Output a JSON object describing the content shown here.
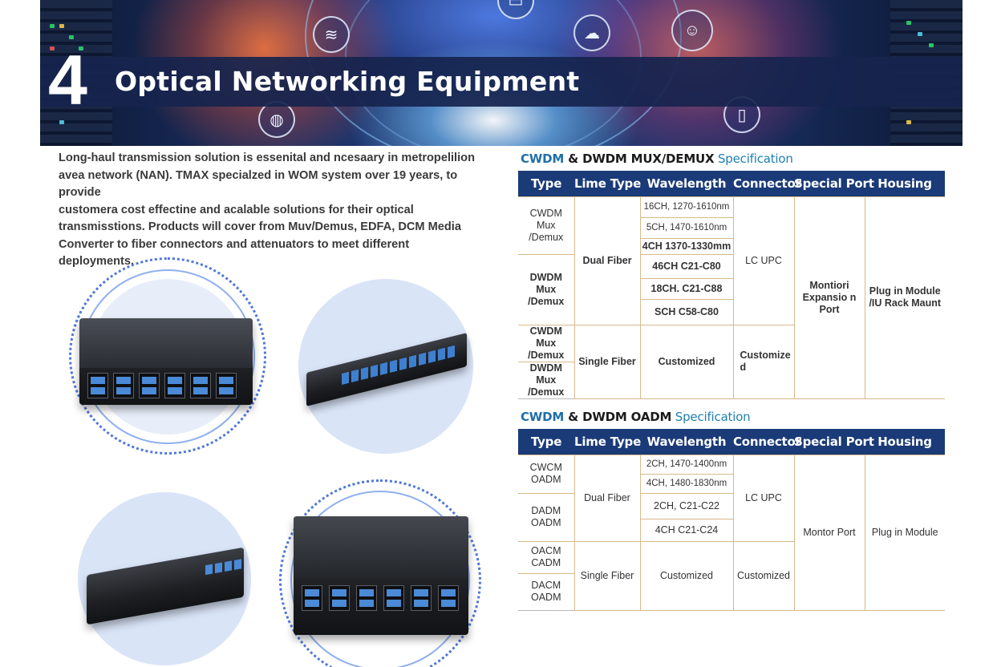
{
  "header": {
    "number": "4",
    "title": "Optical Networking Equipment"
  },
  "intro": {
    "lines": [
      "Long-haul transmission solution is essenital and ncesaary in metropelilion",
      "avea network (NAN). TMAX specialzed in WOM system over 19 years, to provide",
      "customera cost effectine and acalable solutions for their optical",
      "transmisstions. Products will cover from Muv/Demus,  EDFA, DCM Media",
      "Converter to fiber connectors and attenuators to meet different",
      "deployments."
    ]
  },
  "mux_table": {
    "title_a": "CWDM",
    "title_amp": " & ",
    "title_b": "DWDM MUX/DEMUX",
    "title_c": " Specification",
    "headers": [
      "Type",
      "Lime Type",
      "Wavelength",
      "Connector",
      "Special Port",
      "Housing"
    ],
    "types": {
      "cwdm_mux": "CWDM Mux /Demux",
      "dwdm_mux": "DWDM Mux /Demux",
      "cwdm_mux2": "CWDM Mux /Demux",
      "dwdm_mux2": "DWDM Mux /Demux"
    },
    "line_dual": "Dual Fiber",
    "line_single": "Single Fiber",
    "wavelengths": [
      "16CH, 1270-1610nm",
      "5CH, 1470-1610nm",
      "4CH 1370-1330mm",
      "46CH C21-C80",
      "18CH. C21-C88",
      "SCH C58-C80"
    ],
    "wave_custom": "Customized",
    "conn_lc": "LC UPC",
    "conn_custom": "Customize d",
    "special_port": "Montiori Expansio n Port",
    "housing": "Plug in Module /IU Rack Maunt"
  },
  "oadm_table": {
    "title_a": "CWDM",
    "title_amp": " & ",
    "title_b": "DWDM OADM",
    "title_c": " Specification",
    "headers": [
      "Type",
      "Lime Type",
      "Wavelength",
      "Connector",
      "Special Port",
      "Housing"
    ],
    "types": {
      "t1": "CWCM OADM",
      "t2": "DADM OADM",
      "t3": "OACM CADM",
      "t4": "DACM OADM"
    },
    "line_dual": "Dual Fiber",
    "line_single": "Single Fiber",
    "wavelengths": [
      "2CH, 1470-1400nm",
      "4CH, 1480-1830nm",
      "2CH, C21-C22",
      "4CH C21-C24"
    ],
    "wave_custom": "Customized",
    "conn_lc": "LC UPC",
    "conn_custom": "Customized",
    "special_port": "Montor Port",
    "housing": "Plug in Module"
  },
  "colors": {
    "header_bg": "#1a3a78",
    "title_blue": "#1f6fa8",
    "table_border": "#d8b98a",
    "circle_bg": "#d9e4f7"
  }
}
